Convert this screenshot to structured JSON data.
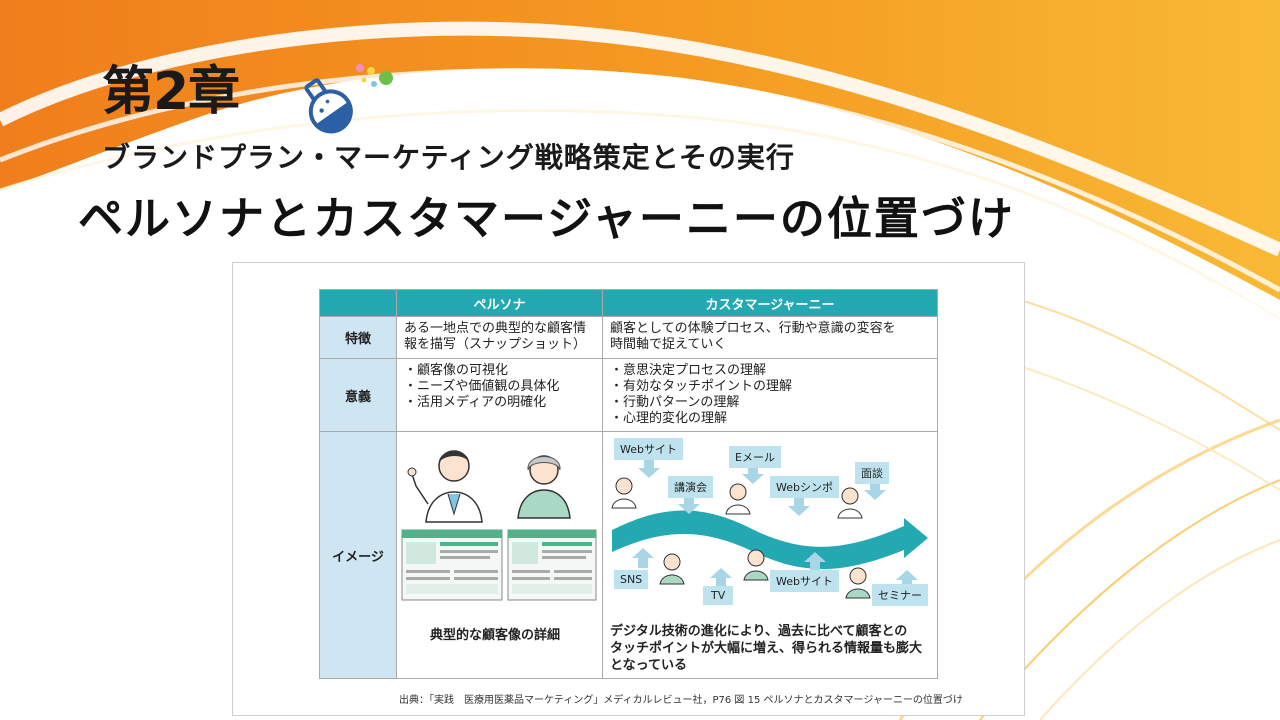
{
  "header": {
    "chapter": "第2章",
    "subtitle": "ブランドプラン・マーケティング戦略策定とその実行",
    "title": "ペルソナとカスタマージャーニーの位置づけ"
  },
  "table": {
    "col_headers": [
      "ペルソナ",
      "カスタマージャーニー"
    ],
    "rows": [
      {
        "label": "特徴",
        "persona": [
          "ある一地点での典型的な顧客情",
          "報を描写（スナップショット）"
        ],
        "journey": [
          "顧客としての体験プロセス、行動や意識の変容を",
          "時間軸で捉えていく"
        ]
      },
      {
        "label": "意義",
        "persona": [
          "・顧客像の可視化",
          "・ニーズや価値観の具体化",
          "・活用メディアの明確化"
        ],
        "journey": [
          "・意思決定プロセスの理解",
          "・有効なタッチポイントの理解",
          "・行動パターンの理解",
          "・心理的変化の理解"
        ]
      },
      {
        "label": "イメージ"
      }
    ]
  },
  "image_row": {
    "persona_caption": "典型的な顧客像の詳細",
    "journey_caption": [
      "デジタル技術の進化により、過去に比べて顧客との",
      "タッチポイントが大幅に増え、得られる情報量も膨大",
      "となっている"
    ],
    "touchpoints_top": [
      "Webサイト",
      "講演会",
      "Eメール",
      "Webシンポ",
      "面談"
    ],
    "touchpoints_bottom": [
      "SNS",
      "TV",
      "Webサイト",
      "セミナー"
    ]
  },
  "source": "出典：「実践　医療用医薬品マーケティング」メディカルレビュー社，P76 図 15 ペルソナとカスタマージャーニーの位置づけ",
  "colors": {
    "orange": "#f28c1e",
    "yellow": "#f7b733",
    "teal": "#24a9b3",
    "label_bg": "#cfe5f1",
    "tag_bg": "#bfe3ee",
    "flask": "#2b5fa6"
  }
}
